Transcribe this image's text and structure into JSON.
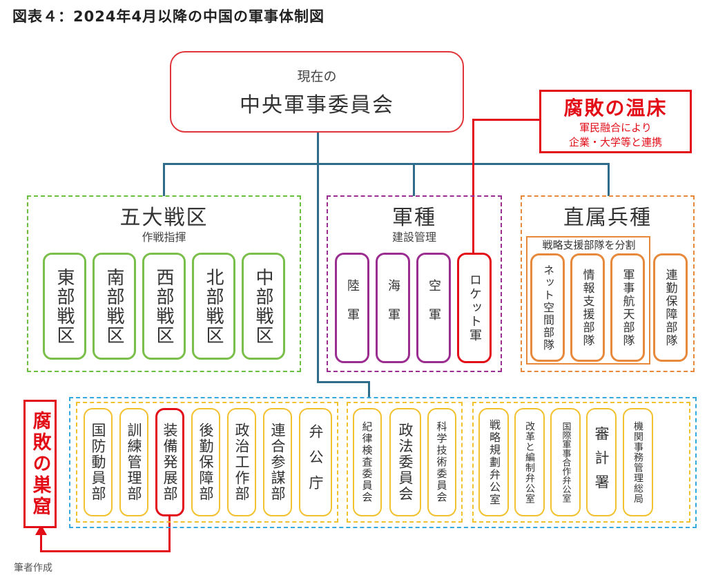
{
  "heading": "図表４：2024年4月以降の中国の軍事体制図",
  "caption": "筆者作成",
  "cmc": {
    "line1": "現在の",
    "line2": "中央軍事委員会"
  },
  "corruption_hotbed": {
    "title": "腐敗の温床",
    "line1": "軍民融合により",
    "line2": "企業・大学等と連携"
  },
  "corruption_nest": {
    "title": "腐敗の巣窟"
  },
  "theater": {
    "title": "五大戦区",
    "subtitle": "作戦指揮",
    "items": [
      "東部戦区",
      "南部戦区",
      "西部戦区",
      "北部戦区",
      "中部戦区"
    ]
  },
  "services": {
    "title": "軍種",
    "subtitle": "建設管理",
    "items": [
      "陸軍",
      "海軍",
      "空軍",
      "ロケット軍"
    ]
  },
  "direct": {
    "title": "直属兵種",
    "split_label": "戦略支援部隊を分割",
    "items": [
      "ネット空間部隊",
      "情報支援部隊",
      "軍事航天部隊",
      "連勤保障部隊"
    ]
  },
  "departments": {
    "group1": [
      "国防動員部",
      "訓練管理部",
      "装備発展部",
      "後勤保障部",
      "政治工作部",
      "連合参謀部",
      "弁公庁"
    ],
    "group2": [
      "紀律検査委員会",
      "政法委員会",
      "科学技術委員会"
    ],
    "group3": [
      "戦略規劃弁公室",
      "改革と編制弁公室",
      "国際軍事合作弁公室",
      "審計署",
      "機関事務管理総局"
    ]
  },
  "colors": {
    "red": "#e30d18",
    "green": "#6bbf3f",
    "purple": "#9c2d90",
    "orange": "#e8883a",
    "blue": "#34a9e0",
    "yellow": "#f2c12e",
    "connector": "#2f6b8a"
  }
}
